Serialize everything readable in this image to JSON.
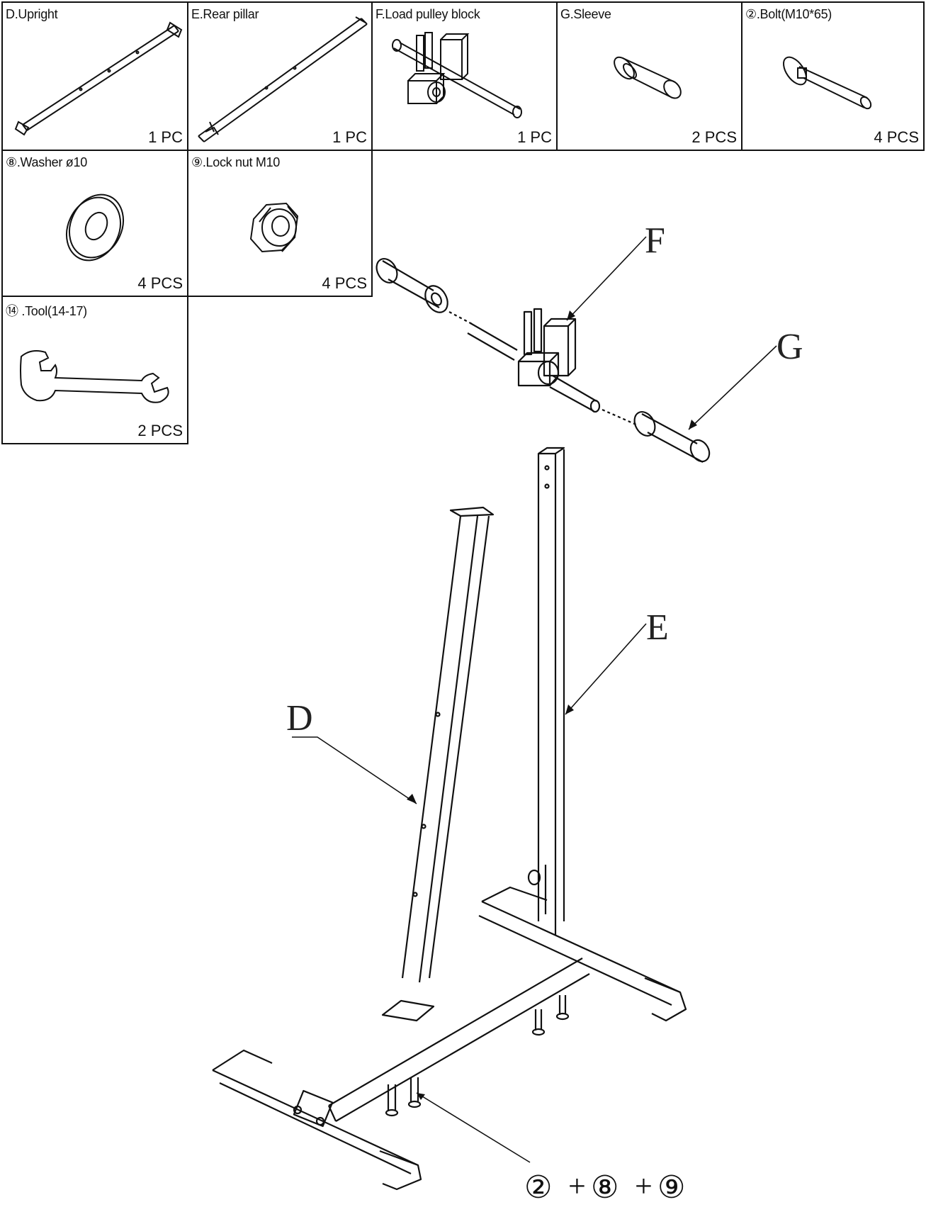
{
  "parts": [
    {
      "label": "D.Upright",
      "qty": "1 PC"
    },
    {
      "label": "E.Rear pillar",
      "qty": "1 PC"
    },
    {
      "label": "F.Load pulley block",
      "qty": "1 PC"
    },
    {
      "label": "G.Sleeve",
      "qty": "2 PCS"
    },
    {
      "label": "②.Bolt(M10*65)",
      "qty": "4 PCS"
    },
    {
      "label": "⑧.Washer ø10",
      "qty": "4 PCS"
    },
    {
      "label": "⑨.Lock nut M10",
      "qty": "4 PCS"
    },
    {
      "label": "⑭ .Tool(14-17)",
      "qty": "2 PCS"
    }
  ],
  "callouts": {
    "d": "D",
    "e": "E",
    "f": "F",
    "g": "G",
    "hardware": {
      "bolt": "②",
      "plus1": "+",
      "washer": "⑧",
      "plus2": "+",
      "nut": "⑨"
    }
  }
}
